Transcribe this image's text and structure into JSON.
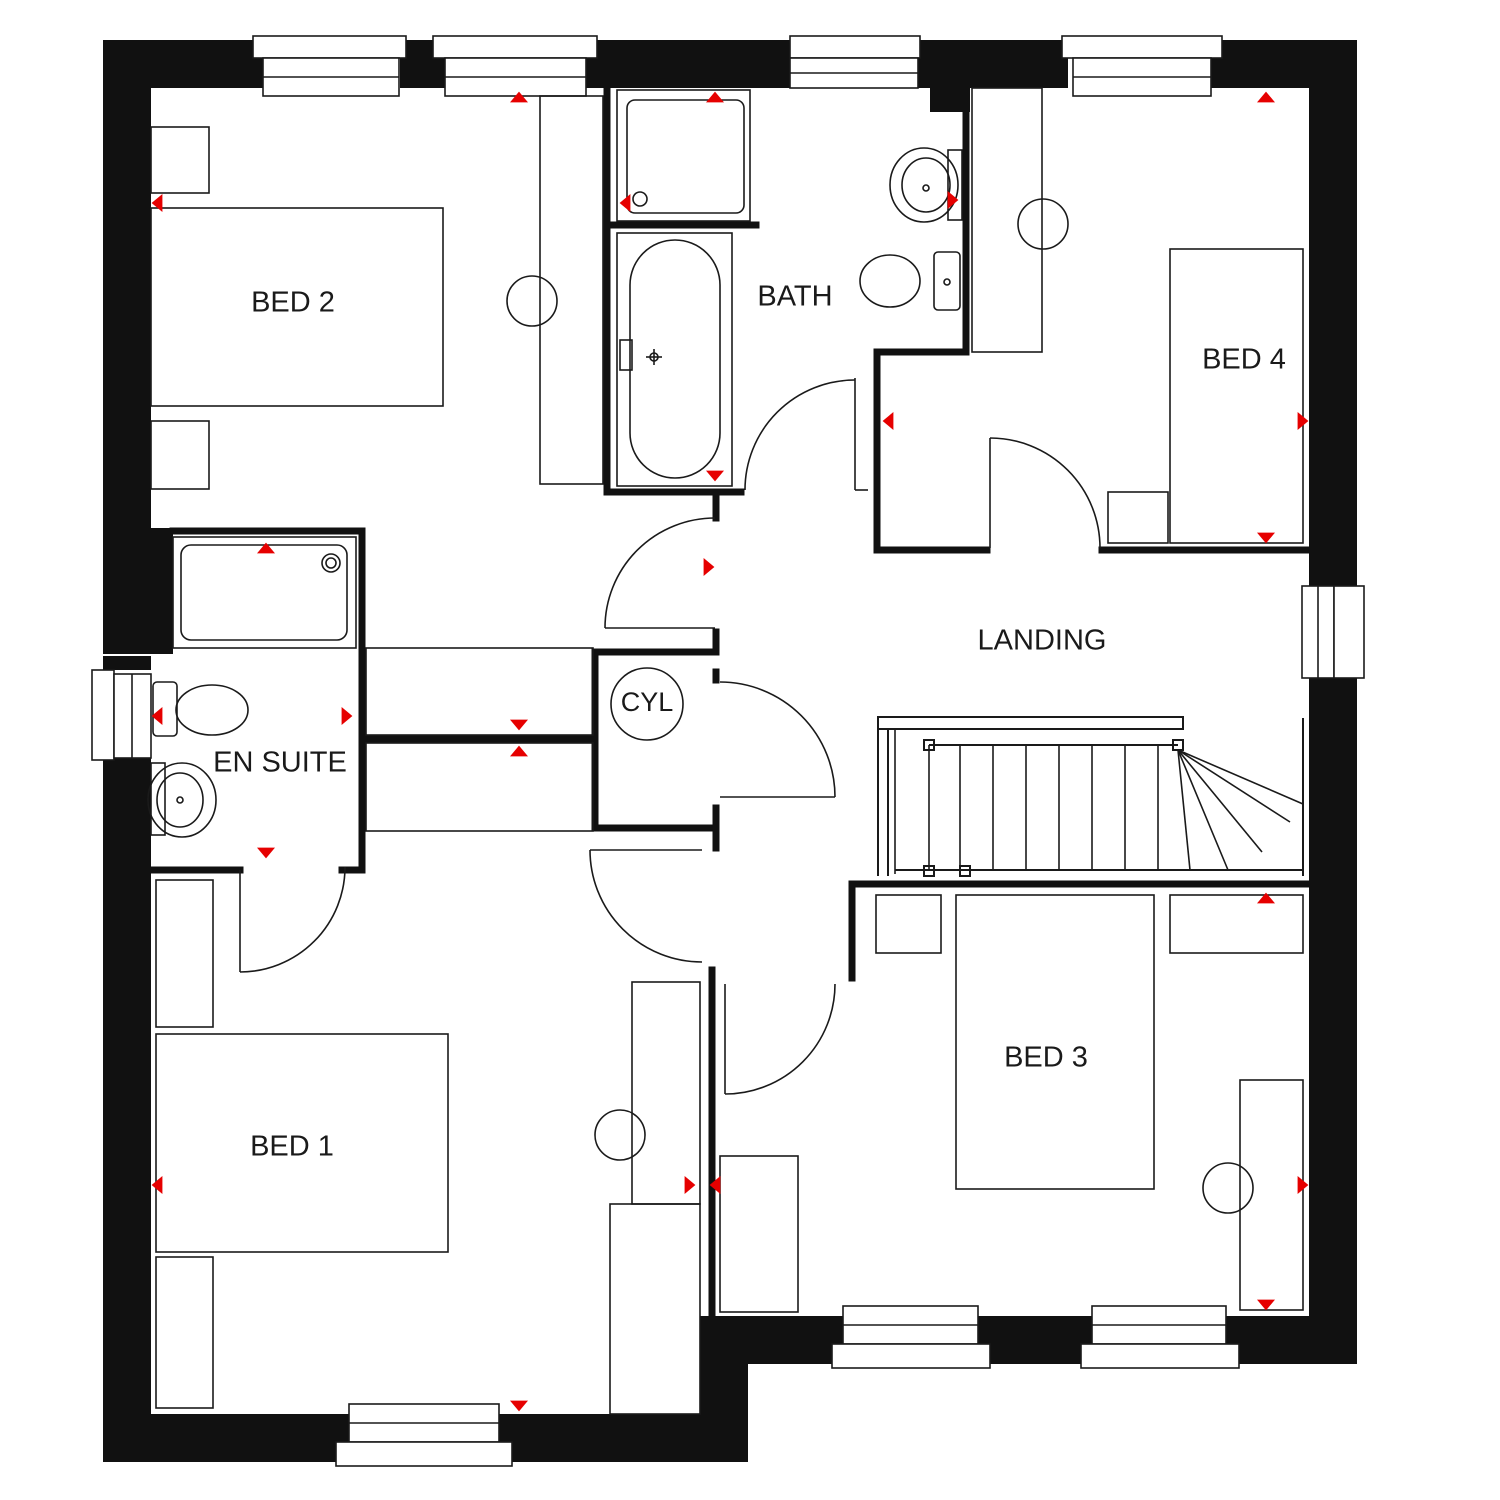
{
  "floorplan": {
    "rooms": {
      "bed2": "BED 2",
      "bath": "BATH",
      "bed4": "BED 4",
      "en_suite": "EN SUITE",
      "landing": "LANDING",
      "cylinder": "CYL",
      "bed1": "BED 1",
      "bed3": "BED 3"
    },
    "colors": {
      "wall": "#111111",
      "line": "#1a1a1a",
      "marker": "#e60000",
      "background": "#ffffff"
    },
    "icons": [
      "window-icon",
      "door-swing-icon",
      "bathtub-icon",
      "shower-tray-icon",
      "toilet-icon",
      "basin-icon",
      "staircase-icon",
      "wardrobe-icon",
      "bed-icon",
      "bedside-table-icon",
      "ceiling-light-icon",
      "socket-marker-icon"
    ]
  }
}
